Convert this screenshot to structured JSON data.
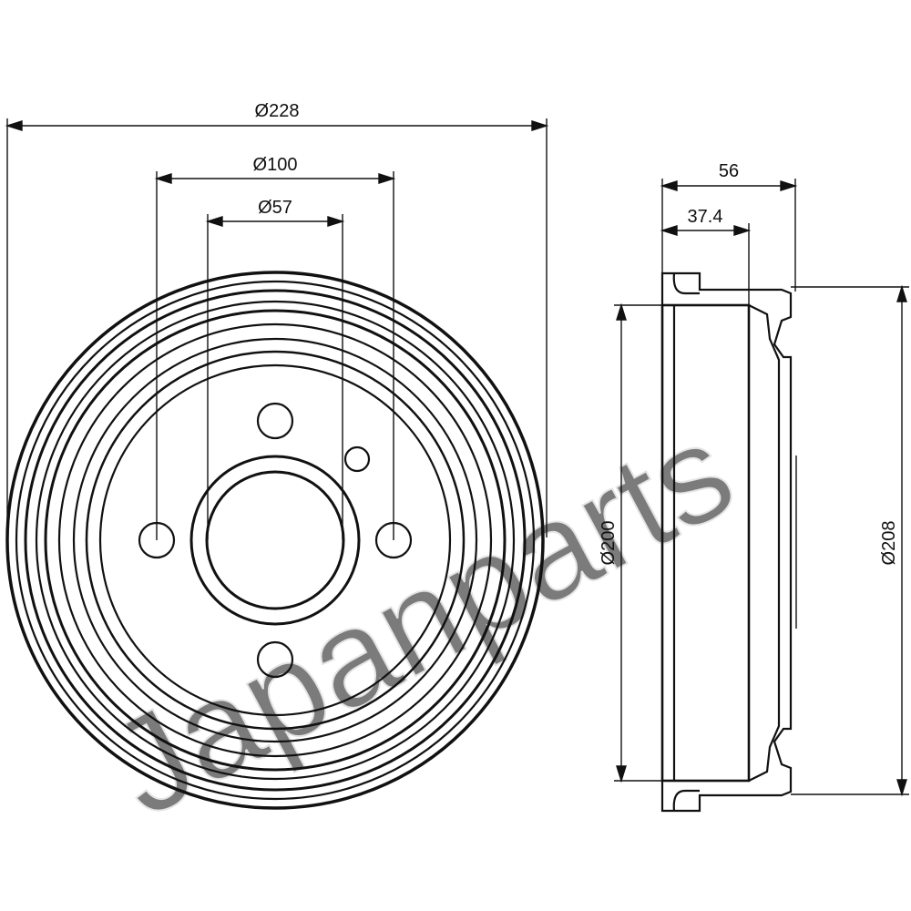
{
  "drawing": {
    "front_view": {
      "dimensions": {
        "outer_diameter": "Ø228",
        "bolt_circle": "Ø100",
        "center_bore": "Ø57"
      }
    },
    "side_view": {
      "dimensions": {
        "total_height": "56",
        "flange_height": "37.4",
        "drum_inner_diameter": "Ø200",
        "drum_outer_diameter": "Ø208"
      }
    },
    "watermark": "Japanparts",
    "colors": {
      "line": "#111111",
      "background": "#ffffff",
      "watermark": "#d9d9d9"
    }
  }
}
